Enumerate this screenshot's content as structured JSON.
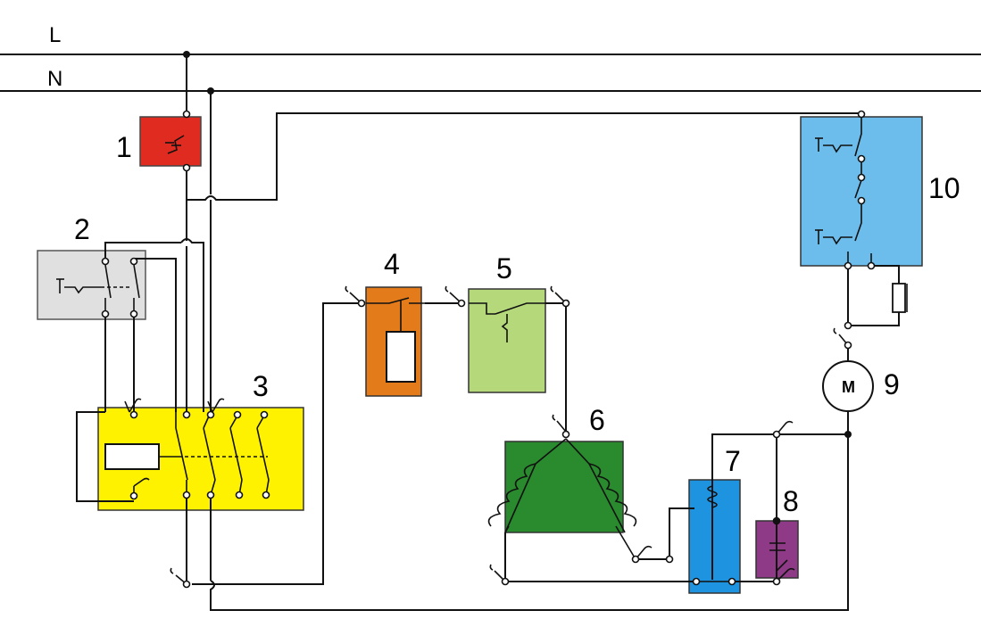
{
  "bus": {
    "line_label": "L",
    "neutral_label": "N"
  },
  "components": [
    {
      "id": "1",
      "label": "1",
      "color": "#e02b20"
    },
    {
      "id": "2",
      "label": "2",
      "color": "#e0e0e0"
    },
    {
      "id": "3",
      "label": "3",
      "color": "#fff200"
    },
    {
      "id": "4",
      "label": "4",
      "color": "#e37b1a"
    },
    {
      "id": "5",
      "label": "5",
      "color": "#b5d87a"
    },
    {
      "id": "6",
      "label": "6",
      "color": "#2a8a2e"
    },
    {
      "id": "7",
      "label": "7",
      "color": "#1e93e0"
    },
    {
      "id": "8",
      "label": "8",
      "color": "#8e3a86"
    },
    {
      "id": "9",
      "label": "9",
      "motor_symbol": "M"
    },
    {
      "id": "10",
      "label": "10",
      "color": "#6cbdec"
    }
  ]
}
